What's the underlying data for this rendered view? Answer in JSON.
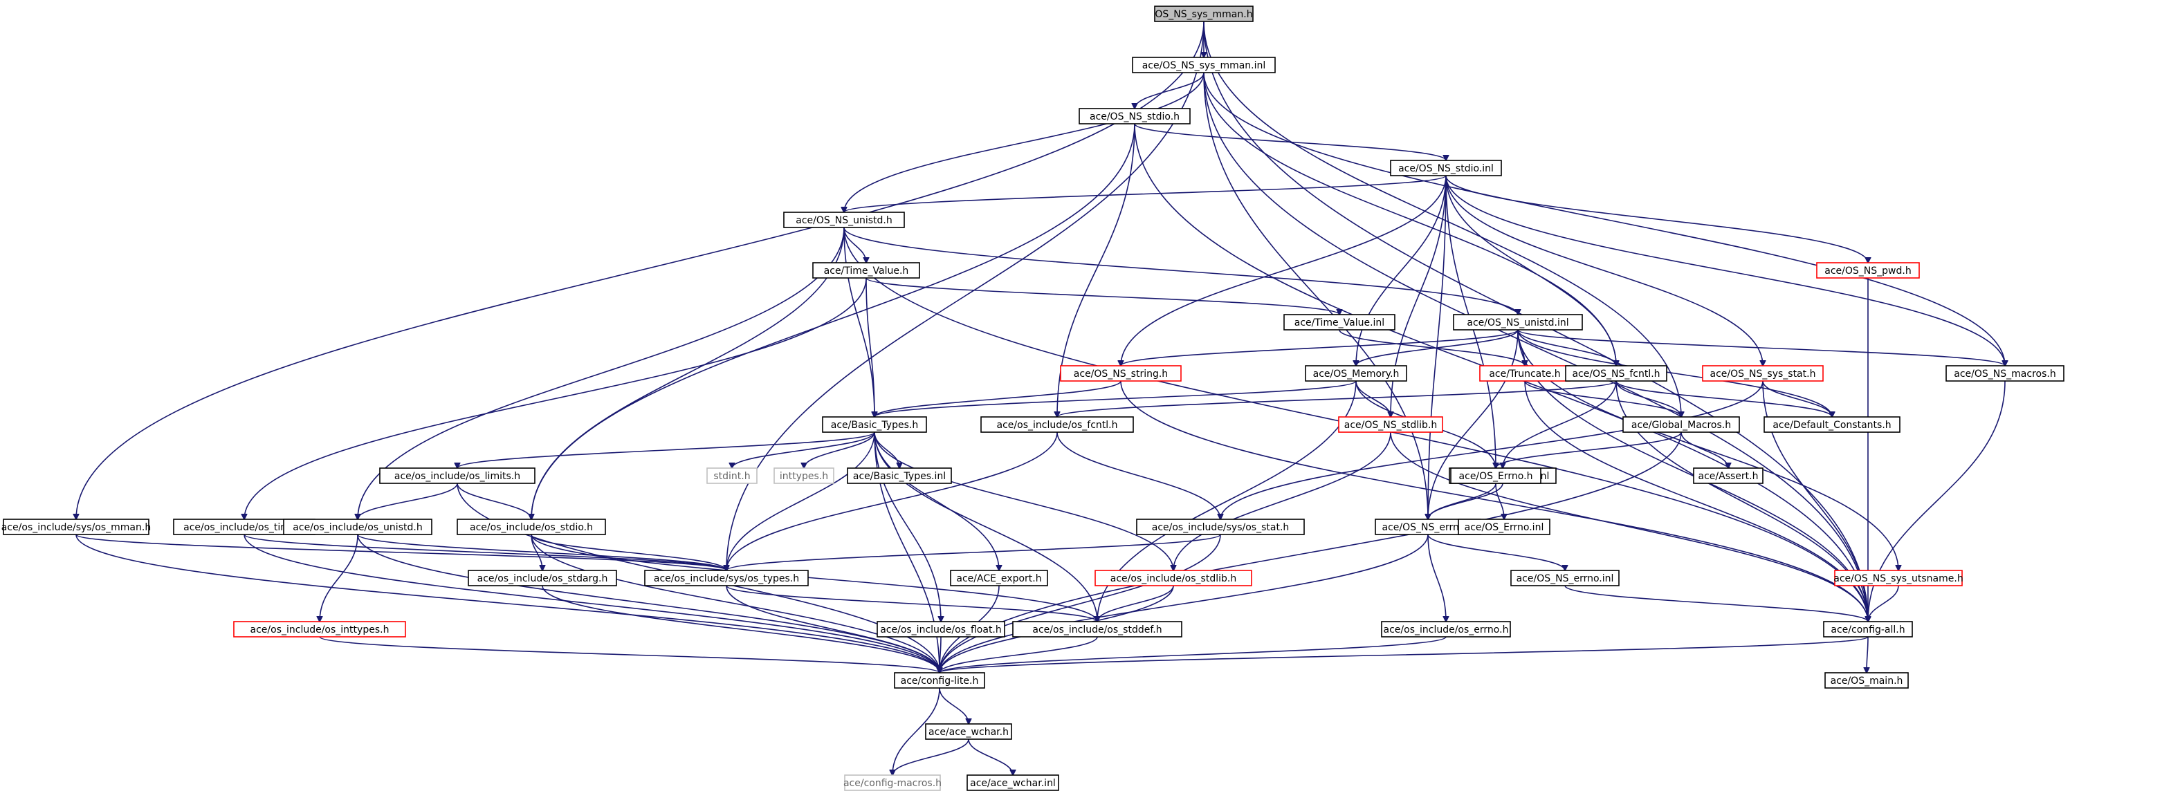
{
  "diagram": {
    "root": "OS_NS_sys_mman.h",
    "nodes": [
      {
        "id": "n0",
        "label": "OS_NS_sys_mman.h",
        "style": "root"
      },
      {
        "id": "n1",
        "label": "ace/OS_NS_sys_mman.inl",
        "style": "normal"
      },
      {
        "id": "n2",
        "label": "ace/OS_NS_stdio.h",
        "style": "normal"
      },
      {
        "id": "n3",
        "label": "ace/OS_NS_stdio.inl",
        "style": "normal"
      },
      {
        "id": "n4",
        "label": "ace/OS_NS_unistd.h",
        "style": "normal"
      },
      {
        "id": "n5",
        "label": "ace/OS_NS_pwd.h",
        "style": "red"
      },
      {
        "id": "n6",
        "label": "ace/Time_Value.h",
        "style": "normal"
      },
      {
        "id": "n7",
        "label": "ace/Time_Value.inl",
        "style": "normal"
      },
      {
        "id": "n8",
        "label": "ace/OS_NS_unistd.inl",
        "style": "normal"
      },
      {
        "id": "n9",
        "label": "ace/OS_NS_string.h",
        "style": "red"
      },
      {
        "id": "n10",
        "label": "ace/OS_Memory.h",
        "style": "normal"
      },
      {
        "id": "n11",
        "label": "ace/Truncate.h",
        "style": "red"
      },
      {
        "id": "n12",
        "label": "ace/OS_NS_fcntl.h",
        "style": "normal"
      },
      {
        "id": "n13",
        "label": "ace/OS_NS_sys_stat.h",
        "style": "red"
      },
      {
        "id": "n14",
        "label": "ace/OS_NS_macros.h",
        "style": "normal"
      },
      {
        "id": "n15",
        "label": "ace/Basic_Types.h",
        "style": "normal"
      },
      {
        "id": "n16",
        "label": "ace/os_include/os_fcntl.h",
        "style": "normal"
      },
      {
        "id": "n17",
        "label": "ace/OS_NS_stdlib.h",
        "style": "red"
      },
      {
        "id": "n18",
        "label": "ace/Global_Macros.h",
        "style": "normal"
      },
      {
        "id": "n19",
        "label": "ace/Default_Constants.h",
        "style": "normal"
      },
      {
        "id": "n20",
        "label": "ace/OS_NS_fcntl.inl",
        "style": "normal"
      },
      {
        "id": "n21",
        "label": "ace/os_include/os_limits.h",
        "style": "normal"
      },
      {
        "id": "n22",
        "label": "stdint.h",
        "style": "gray"
      },
      {
        "id": "n23",
        "label": "inttypes.h",
        "style": "gray"
      },
      {
        "id": "n24",
        "label": "ace/Basic_Types.inl",
        "style": "normal"
      },
      {
        "id": "n25",
        "label": "ace/OS_Errno.h",
        "style": "normal"
      },
      {
        "id": "n26",
        "label": "ace/Assert.h",
        "style": "normal"
      },
      {
        "id": "n27",
        "label": "ace/os_include/sys/os_mman.h",
        "style": "normal"
      },
      {
        "id": "n28",
        "label": "ace/os_include/os_time.h",
        "style": "normal"
      },
      {
        "id": "n29",
        "label": "ace/os_include/os_unistd.h",
        "style": "normal"
      },
      {
        "id": "n30",
        "label": "ace/os_include/os_stdio.h",
        "style": "normal"
      },
      {
        "id": "n31",
        "label": "ace/os_include/sys/os_stat.h",
        "style": "normal"
      },
      {
        "id": "n32",
        "label": "ace/OS_NS_errno.h",
        "style": "normal"
      },
      {
        "id": "n33",
        "label": "ace/OS_Errno.inl",
        "style": "normal"
      },
      {
        "id": "n34",
        "label": "ace/os_include/os_stdarg.h",
        "style": "normal"
      },
      {
        "id": "n35",
        "label": "ace/os_include/sys/os_types.h",
        "style": "normal"
      },
      {
        "id": "n36",
        "label": "ace/ACE_export.h",
        "style": "normal"
      },
      {
        "id": "n37",
        "label": "ace/os_include/os_stdlib.h",
        "style": "red"
      },
      {
        "id": "n38",
        "label": "ace/OS_NS_errno.inl",
        "style": "normal"
      },
      {
        "id": "n39",
        "label": "ace/OS_NS_sys_utsname.h",
        "style": "red"
      },
      {
        "id": "n40",
        "label": "ace/os_include/os_inttypes.h",
        "style": "red"
      },
      {
        "id": "n41",
        "label": "ace/os_include/os_float.h",
        "style": "normal"
      },
      {
        "id": "n42",
        "label": "ace/os_include/os_stddef.h",
        "style": "normal"
      },
      {
        "id": "n43",
        "label": "ace/os_include/os_errno.h",
        "style": "normal"
      },
      {
        "id": "n44",
        "label": "ace/config-all.h",
        "style": "normal"
      },
      {
        "id": "n45",
        "label": "ace/config-lite.h",
        "style": "normal"
      },
      {
        "id": "n46",
        "label": "ace/OS_main.h",
        "style": "normal"
      },
      {
        "id": "n47",
        "label": "ace/ace_wchar.h",
        "style": "normal"
      },
      {
        "id": "n48",
        "label": "ace/config-macros.h",
        "style": "gray"
      },
      {
        "id": "n49",
        "label": "ace/ace_wchar.inl",
        "style": "normal"
      }
    ],
    "edges": [
      [
        "n0",
        "n1"
      ],
      [
        "n0",
        "n27"
      ],
      [
        "n0",
        "n35"
      ],
      [
        "n0",
        "n18"
      ],
      [
        "n0",
        "n44"
      ],
      [
        "n1",
        "n2"
      ],
      [
        "n1",
        "n4"
      ],
      [
        "n1",
        "n12"
      ],
      [
        "n1",
        "n14"
      ],
      [
        "n1",
        "n32"
      ],
      [
        "n1",
        "n44"
      ],
      [
        "n2",
        "n3"
      ],
      [
        "n2",
        "n30"
      ],
      [
        "n2",
        "n16"
      ],
      [
        "n2",
        "n44"
      ],
      [
        "n3",
        "n4"
      ],
      [
        "n3",
        "n9"
      ],
      [
        "n3",
        "n10"
      ],
      [
        "n3",
        "n17"
      ],
      [
        "n3",
        "n12"
      ],
      [
        "n3",
        "n13"
      ],
      [
        "n3",
        "n5"
      ],
      [
        "n3",
        "n14"
      ],
      [
        "n3",
        "n32"
      ],
      [
        "n3",
        "n25"
      ],
      [
        "n4",
        "n6"
      ],
      [
        "n4",
        "n15"
      ],
      [
        "n4",
        "n8"
      ],
      [
        "n4",
        "n29"
      ],
      [
        "n4",
        "n30"
      ],
      [
        "n4",
        "n44"
      ],
      [
        "n5",
        "n44"
      ],
      [
        "n6",
        "n15"
      ],
      [
        "n6",
        "n7"
      ],
      [
        "n6",
        "n28"
      ],
      [
        "n7",
        "n11"
      ],
      [
        "n8",
        "n9"
      ],
      [
        "n8",
        "n10"
      ],
      [
        "n8",
        "n11"
      ],
      [
        "n8",
        "n12"
      ],
      [
        "n8",
        "n14"
      ],
      [
        "n8",
        "n19"
      ],
      [
        "n8",
        "n39"
      ],
      [
        "n8",
        "n32"
      ],
      [
        "n8",
        "n44"
      ],
      [
        "n9",
        "n15"
      ],
      [
        "n9",
        "n44"
      ],
      [
        "n10",
        "n15"
      ],
      [
        "n10",
        "n17"
      ],
      [
        "n10",
        "n25"
      ],
      [
        "n10",
        "n42"
      ],
      [
        "n11",
        "n18"
      ],
      [
        "n11",
        "n44"
      ],
      [
        "n12",
        "n16"
      ],
      [
        "n12",
        "n18"
      ],
      [
        "n12",
        "n19"
      ],
      [
        "n12",
        "n20"
      ],
      [
        "n12",
        "n44"
      ],
      [
        "n13",
        "n31"
      ],
      [
        "n13",
        "n19"
      ],
      [
        "n13",
        "n44"
      ],
      [
        "n14",
        "n44"
      ],
      [
        "n15",
        "n21"
      ],
      [
        "n15",
        "n22"
      ],
      [
        "n15",
        "n23"
      ],
      [
        "n15",
        "n24"
      ],
      [
        "n15",
        "n35"
      ],
      [
        "n15",
        "n36"
      ],
      [
        "n15",
        "n41"
      ],
      [
        "n15",
        "n42"
      ],
      [
        "n15",
        "n37"
      ],
      [
        "n15",
        "n45"
      ],
      [
        "n16",
        "n31"
      ],
      [
        "n16",
        "n35"
      ],
      [
        "n17",
        "n37"
      ],
      [
        "n17",
        "n44"
      ],
      [
        "n18",
        "n25"
      ],
      [
        "n18",
        "n26"
      ],
      [
        "n18",
        "n45"
      ],
      [
        "n20",
        "n32"
      ],
      [
        "n21",
        "n29"
      ],
      [
        "n21",
        "n30"
      ],
      [
        "n21",
        "n45"
      ],
      [
        "n25",
        "n32"
      ],
      [
        "n25",
        "n33"
      ],
      [
        "n27",
        "n35"
      ],
      [
        "n27",
        "n45"
      ],
      [
        "n28",
        "n35"
      ],
      [
        "n28",
        "n45"
      ],
      [
        "n29",
        "n35"
      ],
      [
        "n29",
        "n40"
      ],
      [
        "n29",
        "n45"
      ],
      [
        "n30",
        "n34"
      ],
      [
        "n30",
        "n35"
      ],
      [
        "n30",
        "n42"
      ],
      [
        "n30",
        "n45"
      ],
      [
        "n31",
        "n35"
      ],
      [
        "n31",
        "n45"
      ],
      [
        "n32",
        "n38"
      ],
      [
        "n32",
        "n43"
      ],
      [
        "n32",
        "n45"
      ],
      [
        "n34",
        "n45"
      ],
      [
        "n35",
        "n42"
      ],
      [
        "n35",
        "n45"
      ],
      [
        "n36",
        "n45"
      ],
      [
        "n37",
        "n42"
      ],
      [
        "n37",
        "n45"
      ],
      [
        "n38",
        "n44"
      ],
      [
        "n39",
        "n44"
      ],
      [
        "n40",
        "n45"
      ],
      [
        "n41",
        "n45"
      ],
      [
        "n42",
        "n45"
      ],
      [
        "n43",
        "n45"
      ],
      [
        "n44",
        "n45"
      ],
      [
        "n44",
        "n46"
      ],
      [
        "n45",
        "n47"
      ],
      [
        "n45",
        "n48"
      ],
      [
        "n47",
        "n48"
      ],
      [
        "n47",
        "n49"
      ]
    ]
  }
}
